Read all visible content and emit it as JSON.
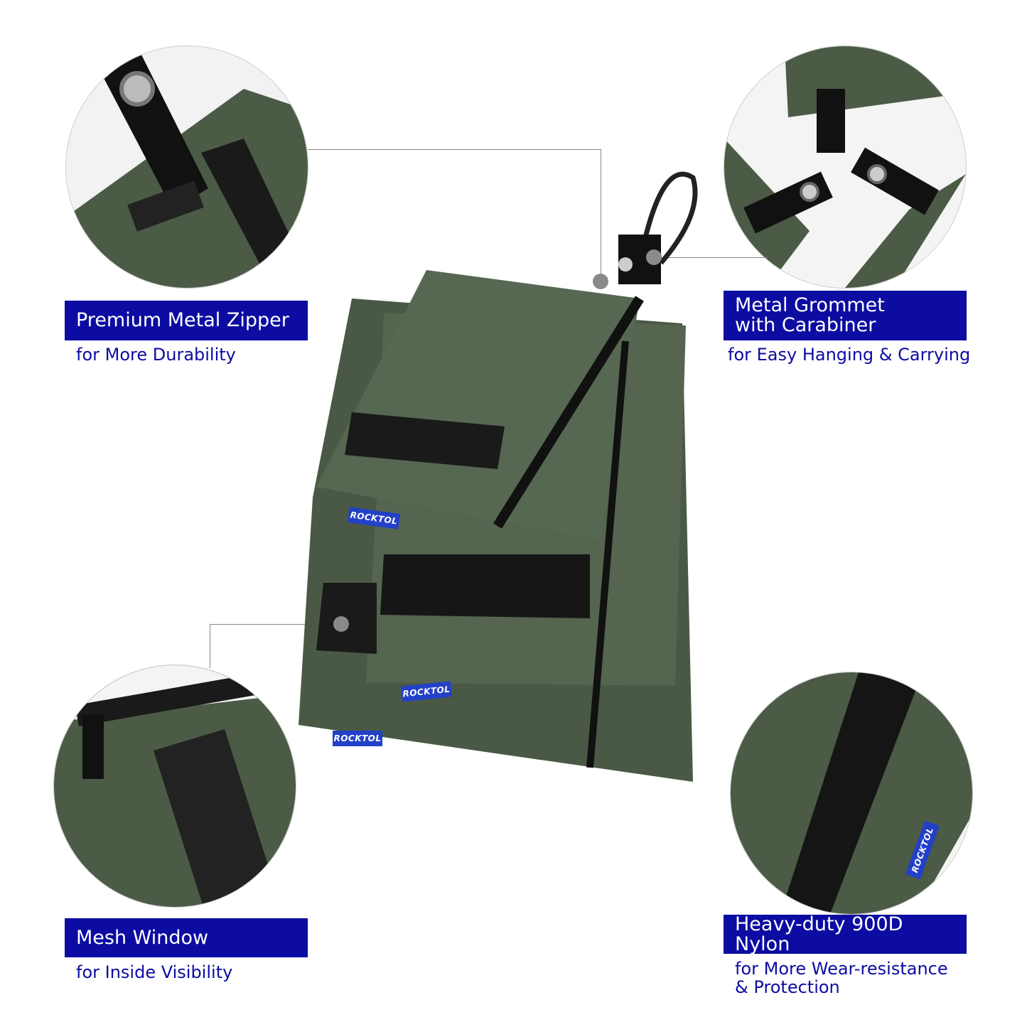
{
  "features": [
    {
      "title": [
        "Premium Metal Zipper"
      ],
      "subtitle": [
        "for More Durability"
      ]
    },
    {
      "title": [
        "Metal Grommet",
        "with Carabiner"
      ],
      "subtitle": [
        "for Easy Hanging & Carrying"
      ]
    },
    {
      "title": [
        "Mesh Window"
      ],
      "subtitle": [
        "for Inside Visibility"
      ]
    },
    {
      "title": [
        "Heavy-duty 900D Nylon"
      ],
      "subtitle": [
        "for More Wear-resistance",
        "& Protection"
      ]
    }
  ],
  "brand": "ROCKTOL",
  "colors": {
    "accent": "#0c0ca2",
    "fabric": "#4b5b46",
    "mesh": "#1c1c1c"
  }
}
